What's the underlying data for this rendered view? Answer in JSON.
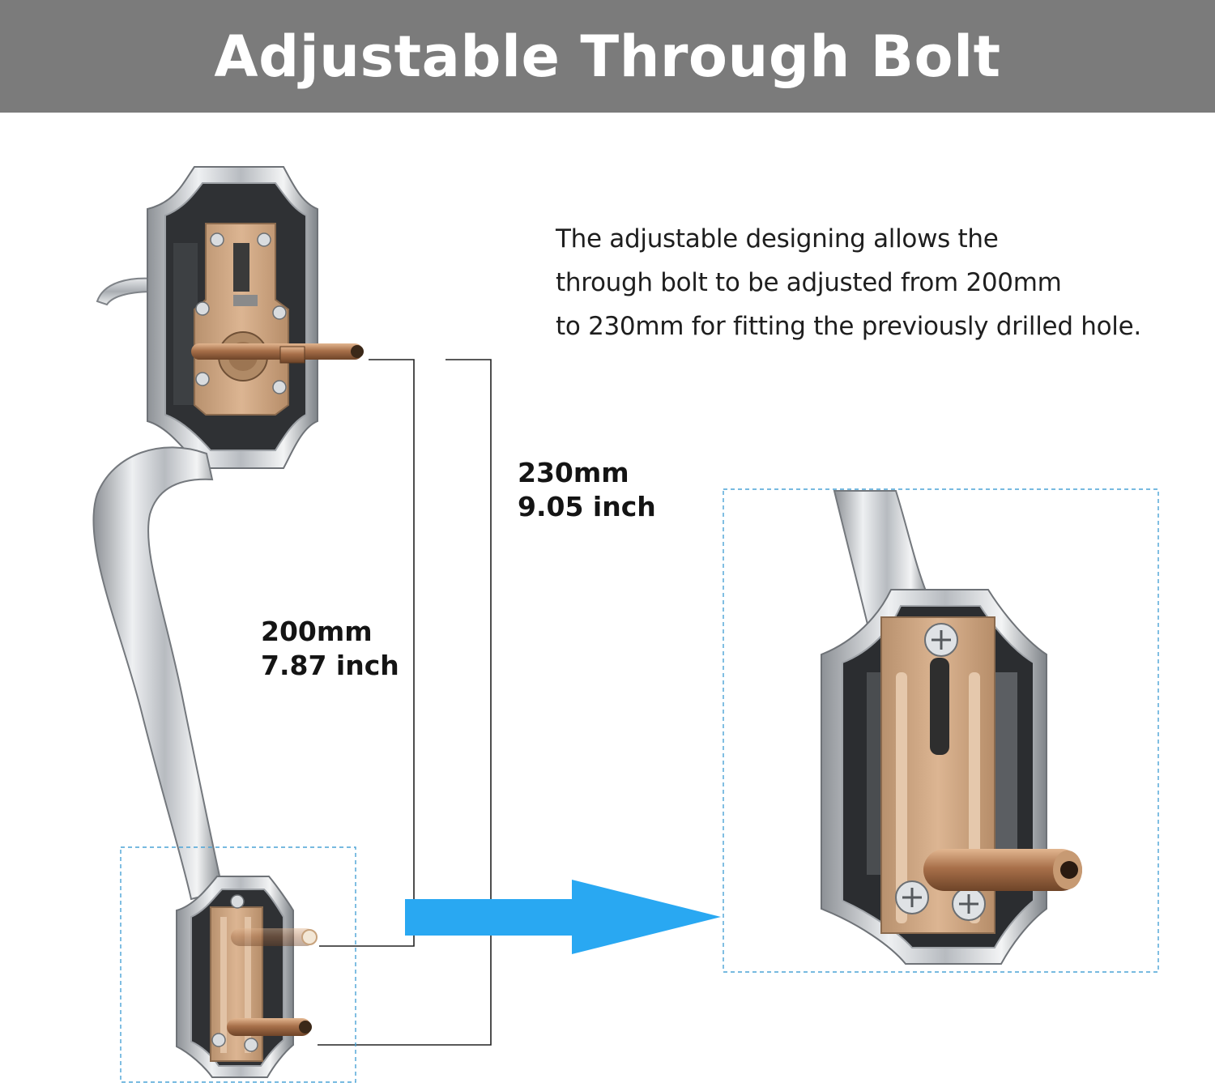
{
  "header": {
    "title": "Adjustable Through Bolt",
    "background": "#7b7b7b"
  },
  "description": {
    "lines": [
      "The adjustable designing allows the",
      "through bolt to be adjusted from 200mm",
      "to 230mm for fitting the previously drilled hole."
    ]
  },
  "dimensions": {
    "short": {
      "metric": "200mm",
      "imperial": "7.87 inch"
    },
    "long": {
      "metric": "230mm",
      "imperial": "9.05 inch"
    }
  },
  "colors": {
    "arrow": "#29a8f2",
    "callout_border": "#4aa3d6",
    "brass": "#c9a27e",
    "chrome": "#c5c8cc"
  },
  "icons": {
    "arrow": "arrow-right-icon",
    "handleset": "handleset-image",
    "zoom": "zoomed-bolt-image"
  }
}
